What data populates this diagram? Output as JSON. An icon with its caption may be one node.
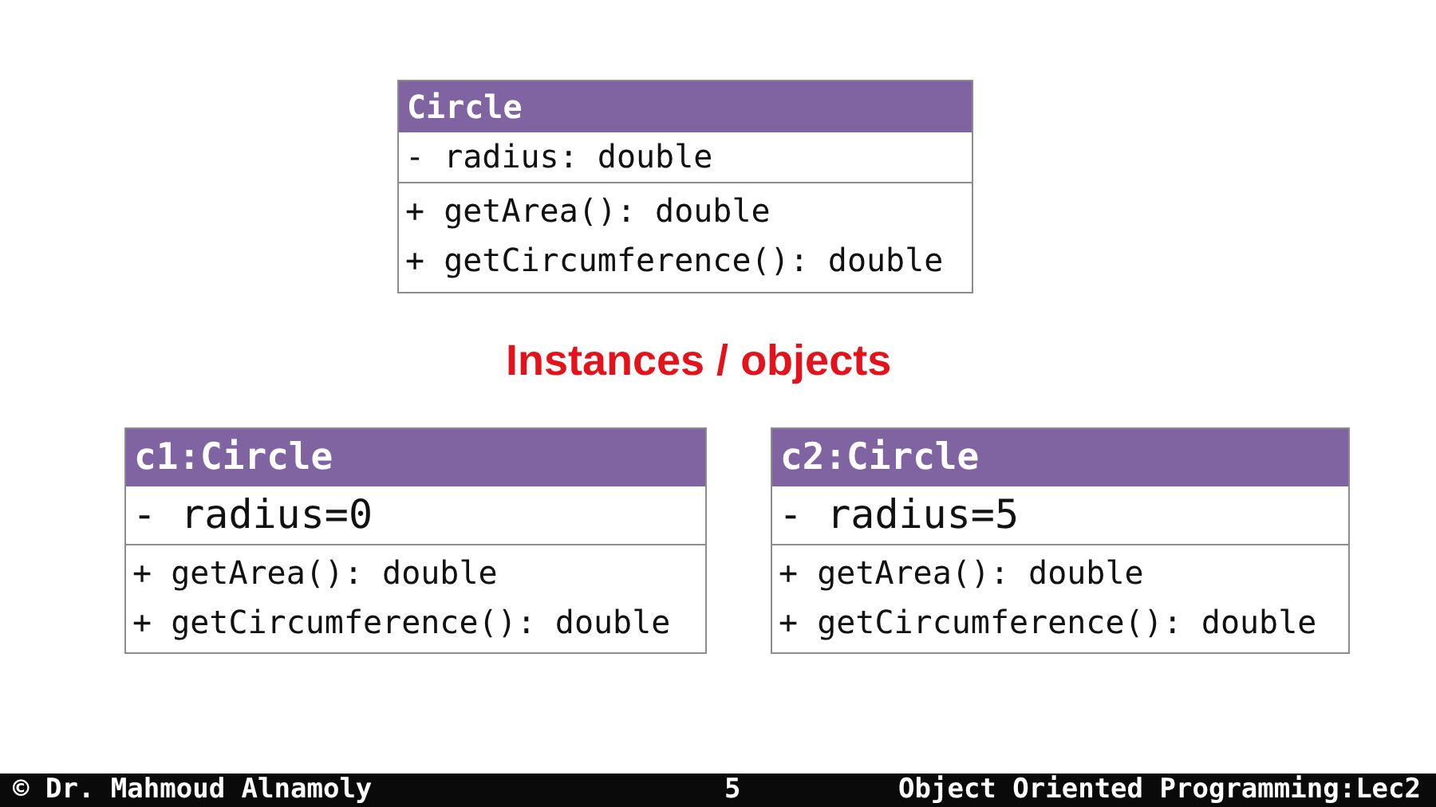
{
  "diagram": {
    "nodes": [
      {
        "text": [
          "Circle",
          "- radius: double",
          "+ getArea(): double",
          "+ getCircumference(): double"
        ]
      },
      {
        "text": [
          "c1:Circle",
          "- radius=0",
          "+ getArea(): double",
          "+ getCircumference(): double"
        ]
      },
      {
        "text": [
          "c2:Circle",
          "- radius=5",
          "+ getArea(): double",
          "+ getCircumference(): double"
        ]
      }
    ],
    "labels": [
      "Instances / objects",
      "© Dr. Mahmoud Alnamoly",
      "5",
      "Object Oriented Programming:Lec2"
    ]
  }
}
